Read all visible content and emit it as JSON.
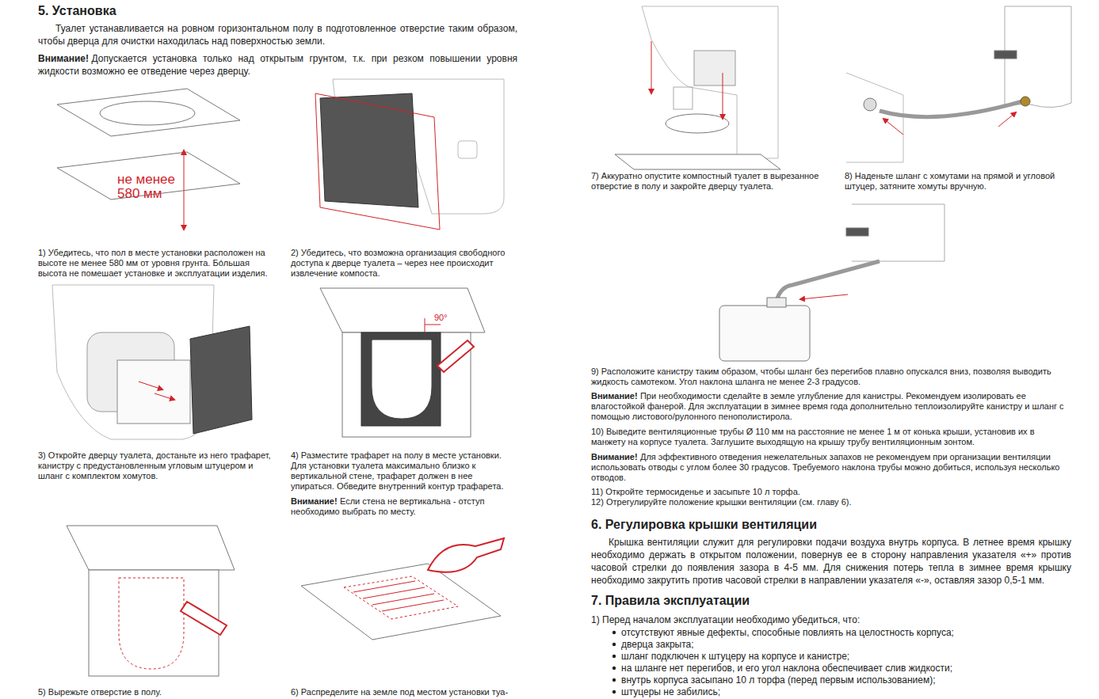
{
  "diagram": {
    "title": "5. Установка",
    "labels": [
      "Туалет устанавливается на ровном горизонтальном полу в подготовленное отверстие таким образом, чтобы дверца для очистки находилась над поверхностью земли.",
      "Внимание!",
      "Допускается установка только над открытым грунтом, т.к. при резком повышении уровня жидкости возможно ее отведение через дверцу.",
      "не менее 580 мм",
      "1) Убедитесь, что пол в месте установки расположен на высоте не менее 580 мм от уровня грунта. Бо́льшая высота не помешает установке и эксплуатации изделия.",
      "2) Убедитесь, что возможна организация свободного доступа к дверце туалета – через нее происходит извлечение компоста.",
      "3) Откройте дверцу туалета, достаньте из него трафарет, канистру с предустановленным угловым штуцером и шланг с комплектом хомутов.",
      "90°",
      "4) Разместите трафарет на полу в месте установки. Для установки туалета максимально близко к вертикальной стене, трафарет должен в нее упираться. Обведите внутренний контур трафарета.",
      "Внимание!",
      "Если стена не вертикальна - отступ необходимо выбрать по месту.",
      "5) Вырежьте отверстие в полу.",
      "6) Распределите на земле под местом установки туа-",
      "7) Аккуратно опустите компостный туалет в вырезанное отверстие в полу и закройте дверцу туалета.",
      "8) Наденьте шланг с хомутами на прямой и угловой штуцер, затяните хомуты вручную.",
      "9) Расположите канистру таким образом, чтобы шланг без перегибов плавно опускался вниз, позволяя выводить жидкость самотеком. Угол наклона шланга не менее 2-3 градусов.",
      "Внимание!",
      "При необходимости сделайте в земле углубление для канистры. Рекомендуем изолировать ее влагостойкой фанерой. Для эксплуатации в зимнее время года дополнительно теплоизолируйте канистру и шланг с помощью листового/рулонного пенополистирола.",
      "10) Выведите вентиляционные трубы Ø 110 мм на расстояние не менее 1 м от конька крыши, установив их в манжету на корпусе туалета. Заглушите выходящую на крышу трубу вентиляционным зонтом.",
      "Внимание!",
      "Для эффективного отведения нежелательных запахов не рекомендуем при организации вентиляции использовать отводы с углом более 30 градусов. Требуемого наклона трубы можно добиться, используя несколько отводов.",
      "11) Откройте термосиденье и засыпьте 10 л торфа.",
      "12) Отрегулируйте положение крышки вентиляции (см. главу 6).",
      "6. Регулировка крышки вентиляции",
      "Крышка вентиляции служит для регулировки подачи воздуха внутрь корпуса. В летнее время крышку необходимо держать в открытом положении, повернув ее в сторону направления указателя «+» против часовой стрелки до появления зазора в 4-5 мм. Для снижения потерь тепла в зимнее время крышку необходимо закрутить против часовой стрелки в направлении указателя «-», оставляя зазор 0,5-1 мм.",
      "7. Правила эксплуатации",
      "1) Перед началом эксплуатации необходимо убедиться, что:",
      "отсутствуют явные дефекты, способные повлиять на целостность корпуса;",
      "дверца закрыта;",
      "шланг подключен к штуцеру на корпусе и канистре;",
      "на шланге нет перегибов, и его угол наклона обеспечивает слив жидкости;",
      "внутрь корпуса засыпано 10 л торфа (перед первым использованием);",
      "штуцеры не забились;"
    ]
  }
}
